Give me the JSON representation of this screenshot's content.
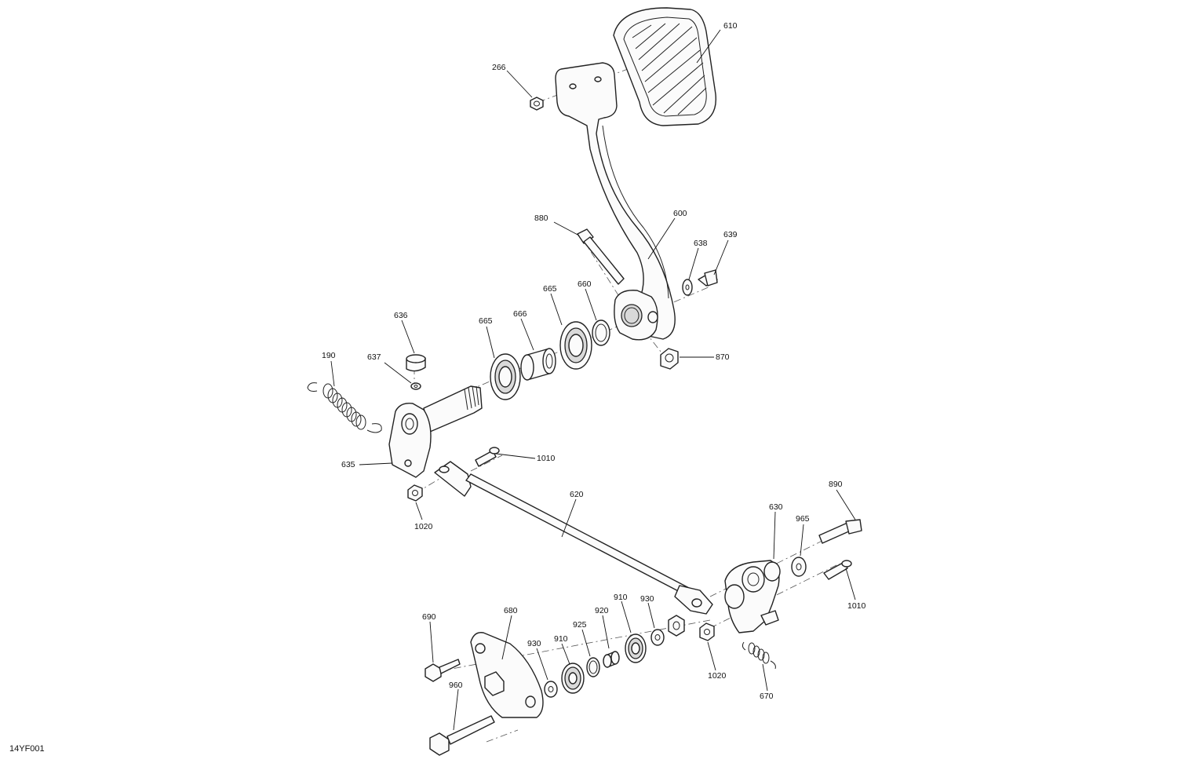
{
  "drawing_code": "14YF001",
  "callouts": [
    {
      "id": "c610",
      "text": "610"
    },
    {
      "id": "c266",
      "text": "266"
    },
    {
      "id": "c880",
      "text": "880"
    },
    {
      "id": "c600",
      "text": "600"
    },
    {
      "id": "c638",
      "text": "638"
    },
    {
      "id": "c639",
      "text": "639"
    },
    {
      "id": "c636",
      "text": "636"
    },
    {
      "id": "c665a",
      "text": "665"
    },
    {
      "id": "c666",
      "text": "666"
    },
    {
      "id": "c665b",
      "text": "665"
    },
    {
      "id": "c660",
      "text": "660"
    },
    {
      "id": "c870",
      "text": "870"
    },
    {
      "id": "c190",
      "text": "190"
    },
    {
      "id": "c637",
      "text": "637"
    },
    {
      "id": "c635",
      "text": "635"
    },
    {
      "id": "c1010a",
      "text": "1010"
    },
    {
      "id": "c1020a",
      "text": "1020"
    },
    {
      "id": "c620",
      "text": "620"
    },
    {
      "id": "c630",
      "text": "630"
    },
    {
      "id": "c890",
      "text": "890"
    },
    {
      "id": "c965",
      "text": "965"
    },
    {
      "id": "c1010b",
      "text": "1010"
    },
    {
      "id": "c690",
      "text": "690"
    },
    {
      "id": "c680",
      "text": "680"
    },
    {
      "id": "c930a",
      "text": "930"
    },
    {
      "id": "c910a",
      "text": "910"
    },
    {
      "id": "c925",
      "text": "925"
    },
    {
      "id": "c920",
      "text": "920"
    },
    {
      "id": "c910b",
      "text": "910"
    },
    {
      "id": "c930b",
      "text": "930"
    },
    {
      "id": "c1020b",
      "text": "1020"
    },
    {
      "id": "c670",
      "text": "670"
    },
    {
      "id": "c960",
      "text": "960"
    }
  ]
}
